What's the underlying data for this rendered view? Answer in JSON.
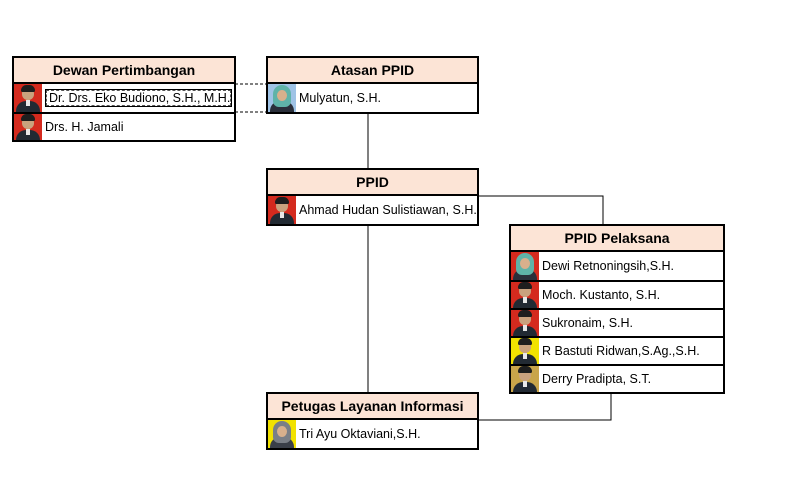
{
  "colors": {
    "header_bg": "#fce4d6",
    "photo_red": "#d42a1e",
    "photo_yellow": "#f2e200",
    "photo_blue": "#9fc3e6",
    "photo_gold": "#c9a54a"
  },
  "dewan": {
    "title": "Dewan Pertimbangan",
    "members": [
      {
        "name": "Dr. Drs. Eko Budiono, S.H., M.H.",
        "photo_bg": "#d42a1e"
      },
      {
        "name": "Drs. H. Jamali",
        "photo_bg": "#d42a1e"
      }
    ]
  },
  "atasan": {
    "title": "Atasan PPID",
    "members": [
      {
        "name": "Mulyatun, S.H.",
        "photo_bg": "#9fc3e6"
      }
    ]
  },
  "ppid": {
    "title": "PPID",
    "members": [
      {
        "name": "Ahmad Hudan Sulistiawan, S.H.",
        "photo_bg": "#d42a1e"
      }
    ]
  },
  "pelaksana": {
    "title": "PPID Pelaksana",
    "members": [
      {
        "name": "Dewi Retnoningsih,S.H.",
        "photo_bg": "#d42a1e"
      },
      {
        "name": "Moch. Kustanto, S.H.",
        "photo_bg": "#d42a1e"
      },
      {
        "name": "Sukronaim, S.H.",
        "photo_bg": "#d42a1e"
      },
      {
        "name": "R Bastuti Ridwan,S.Ag.,S.H.",
        "photo_bg": "#f2e200"
      },
      {
        "name": "Derry Pradipta, S.T.",
        "photo_bg": "#c9a54a"
      }
    ]
  },
  "petugas": {
    "title": "Petugas Layanan Informasi",
    "members": [
      {
        "name": "Tri Ayu Oktaviani,S.H.",
        "photo_bg": "#f2e200"
      }
    ]
  }
}
